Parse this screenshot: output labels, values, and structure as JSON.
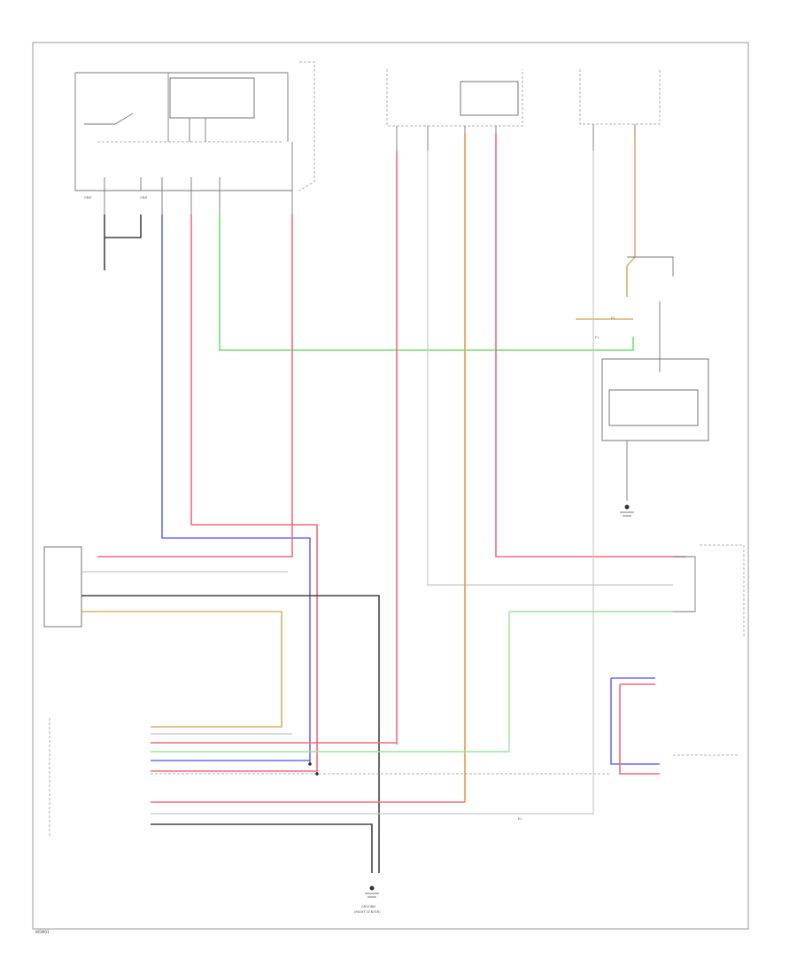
{
  "page": {
    "footer_code": "W5M01"
  },
  "labels": {
    "conn_gnd_left": "GND",
    "conn_gnd_mid": "GND",
    "conn_e1": "E1",
    "conn_f1": "F1",
    "conn_f2": "F2",
    "bottom_ground": "GROUND",
    "bottom_ground_note": "(RIGHT CENTER)"
  }
}
